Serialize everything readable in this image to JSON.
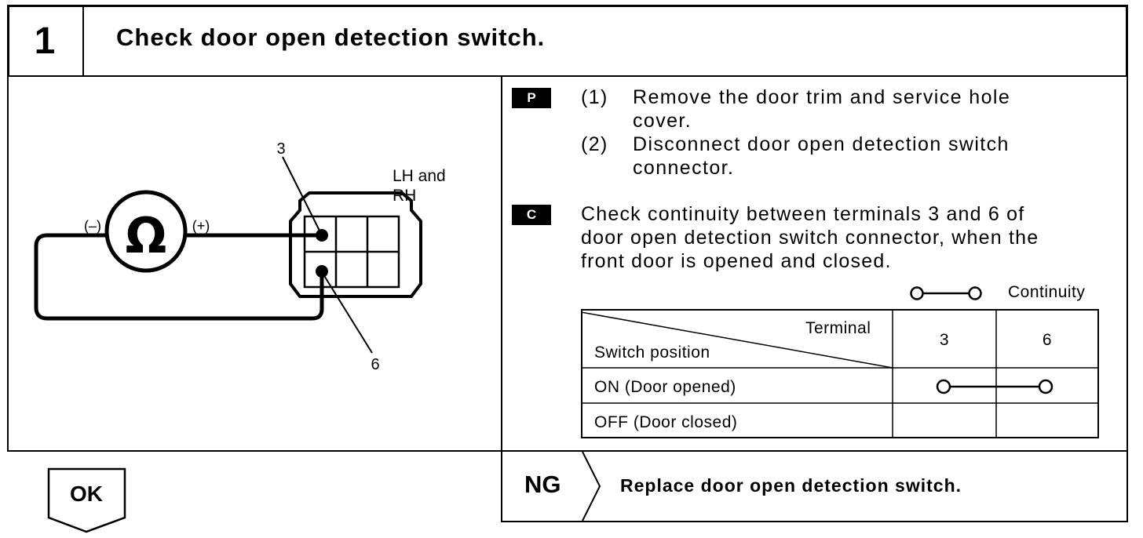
{
  "step": {
    "number": "1",
    "title": "Check door open detection switch."
  },
  "diagram": {
    "terminal_a": "3",
    "terminal_b": "6",
    "connector_label_line1": "LH and",
    "connector_label_line2": "RH",
    "meter_symbol": "Ω",
    "minus_label": "(–)",
    "plus_label": "(+)"
  },
  "preparation": {
    "tag": "P",
    "steps": [
      {
        "num": "(1)",
        "lines": [
          "Remove the door trim and service hole",
          "cover."
        ]
      },
      {
        "num": "(2)",
        "lines": [
          "Disconnect door open detection switch",
          "connector."
        ]
      }
    ]
  },
  "check": {
    "tag": "C",
    "lines": [
      "Check continuity between terminals 3 and 6 of",
      "door open detection switch connector, when the",
      "front door is opened and closed."
    ]
  },
  "legend": {
    "label": "Continuity"
  },
  "table": {
    "corner_top": "Terminal",
    "corner_bottom": "Switch position",
    "columns": [
      "3",
      "6"
    ],
    "rows": [
      {
        "label": "ON (Door opened)",
        "continuity": true
      },
      {
        "label": "OFF (Door closed)",
        "continuity": false
      }
    ]
  },
  "ok": {
    "label": "OK"
  },
  "ng": {
    "label": "NG",
    "action": "Replace door open detection switch."
  }
}
